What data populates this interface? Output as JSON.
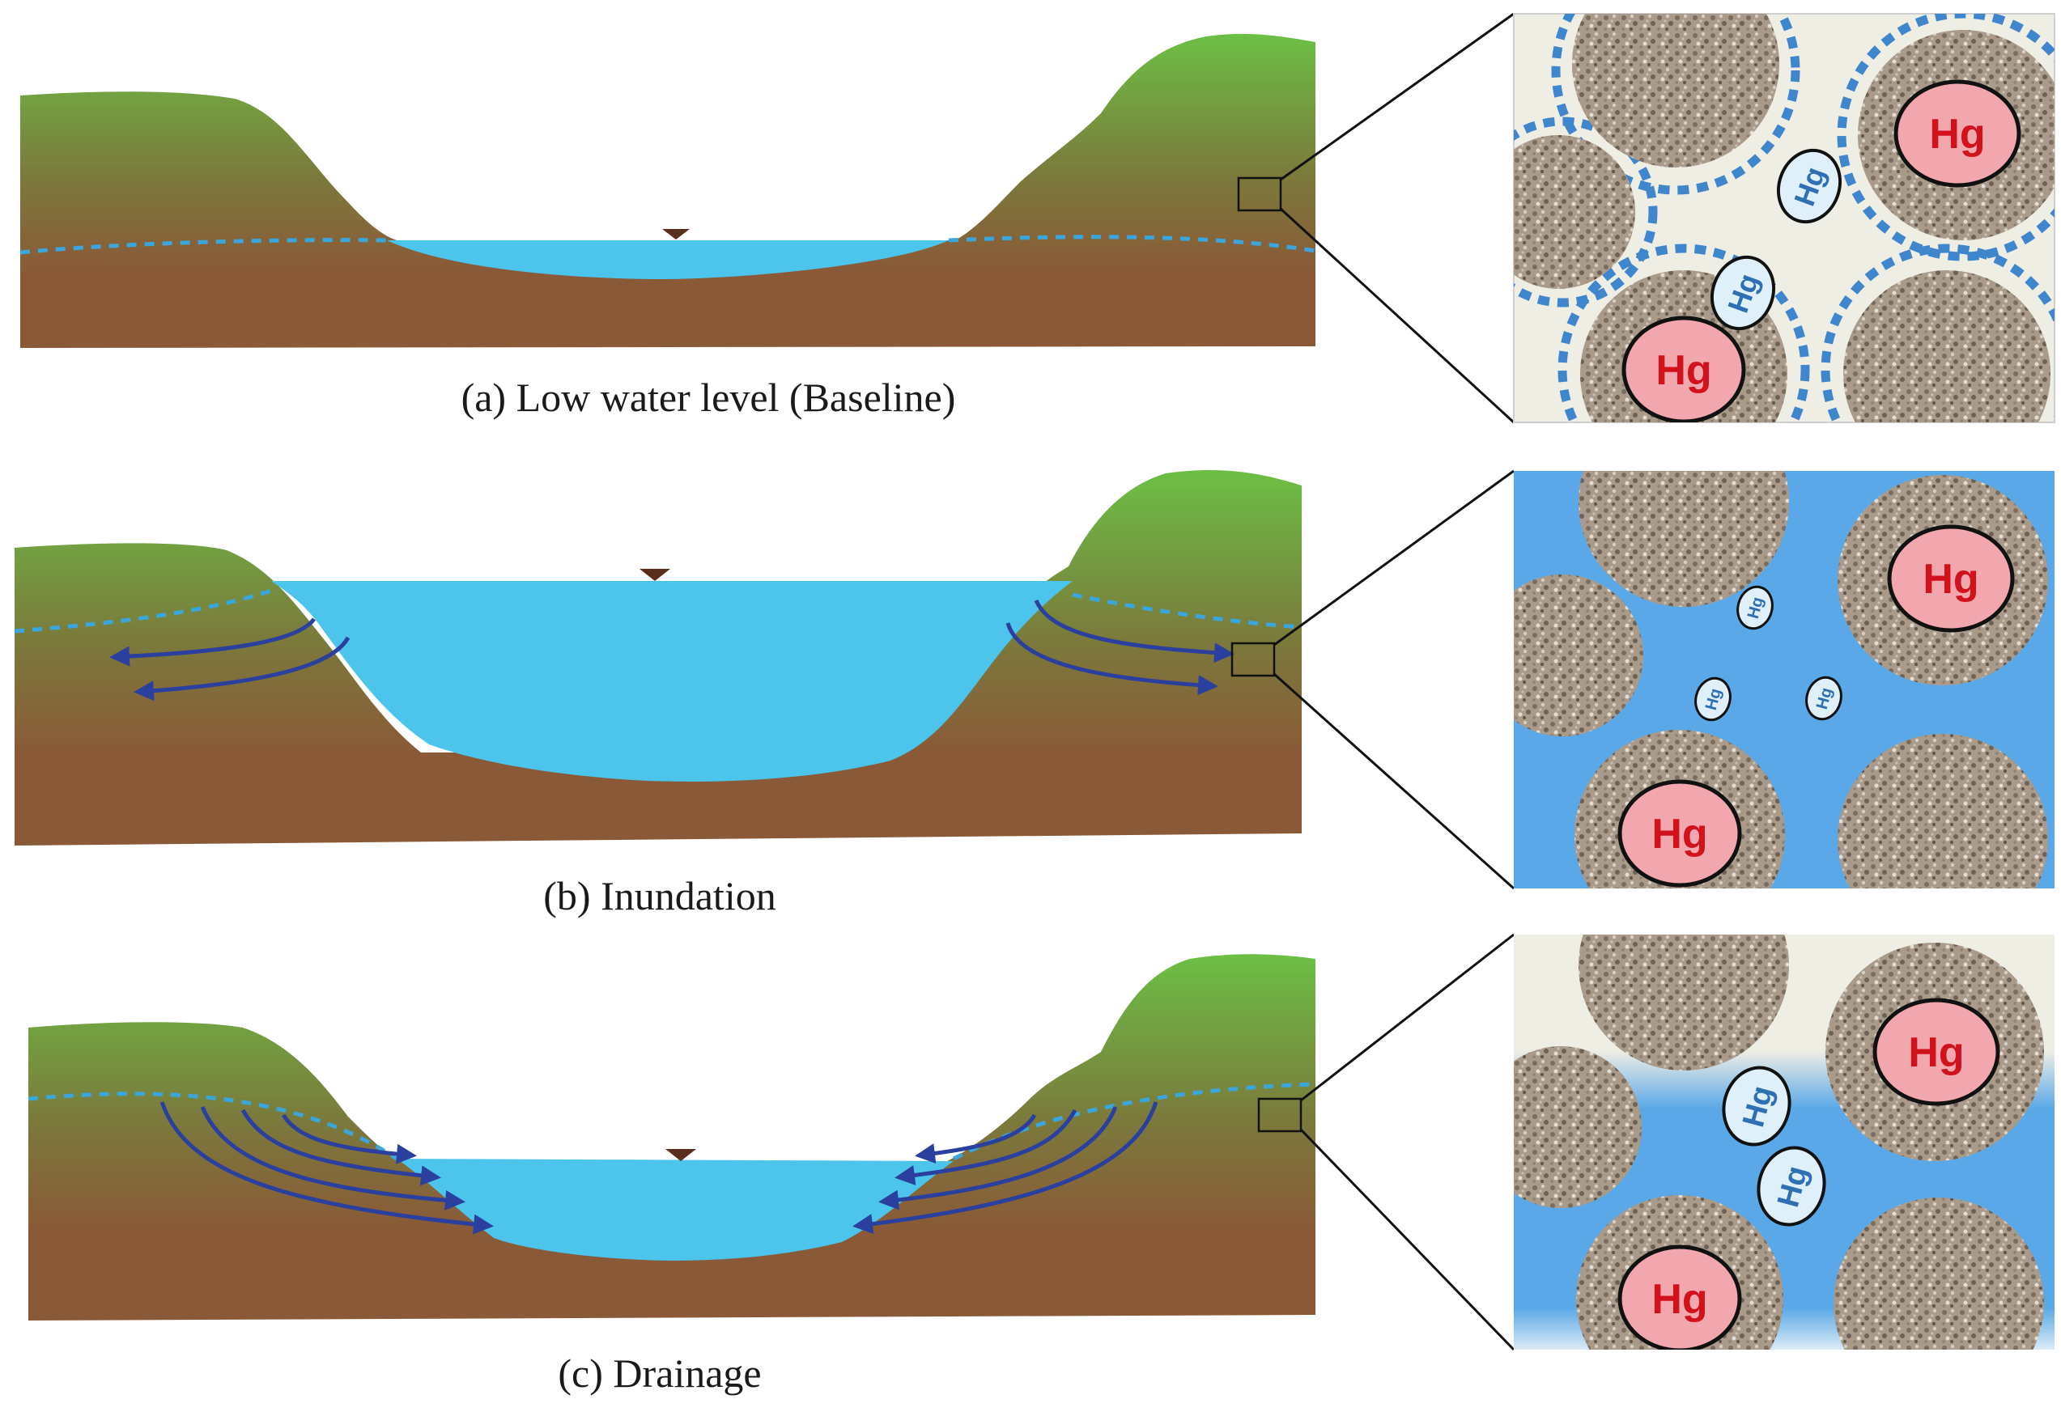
{
  "panels": [
    {
      "id": "a",
      "caption": "(a) Low water level (Baseline)",
      "inset_background": "#efeee5",
      "inset_labels": [
        "Hg",
        "Hg",
        "Hg",
        "Hg"
      ]
    },
    {
      "id": "b",
      "caption": "(b) Inundation",
      "inset_background": "#5aa8e8",
      "inset_labels": [
        "Hg",
        "Hg",
        "Hg",
        "Hg",
        "Hg"
      ]
    },
    {
      "id": "c",
      "caption": "(c) Drainage",
      "inset_background": "#5aa8e8",
      "inset_labels": [
        "Hg",
        "Hg",
        "Hg",
        "Hg"
      ]
    }
  ],
  "colors": {
    "grass": "#6cbf45",
    "soil": "#8a5a38",
    "water": "#4cc4ec",
    "water_table": "#3aa6dc",
    "flow_arrow": "#2b3f9e",
    "hg_bound": "#f2a7ae",
    "hg_bound_text": "#d1121c",
    "hg_free": "#dff0fa",
    "hg_free_text": "#2f6fb4",
    "particle_halo": "#3f86cc"
  },
  "icons": [
    "water-level-marker-icon",
    "zoom-box-icon",
    "flow-arrow-icon"
  ]
}
